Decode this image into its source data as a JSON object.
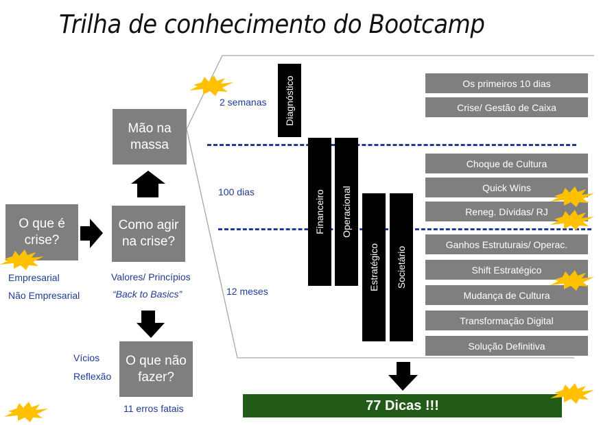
{
  "title": "Trilha de conhecimento do Bootcamp",
  "left_flow": {
    "box_what": "O que é crise?",
    "box_what_lines": [
      "O que é",
      "crise?"
    ],
    "what_notes": [
      "Empresarial",
      "Não Empresarial"
    ],
    "box_how_lines": [
      "Como agir",
      "na crise?"
    ],
    "how_notes": [
      "Valores/ Princípios",
      "“Back to Basics”"
    ],
    "box_hands_lines": [
      "Mão na",
      "massa"
    ],
    "box_dont_lines": [
      "O que não",
      "fazer?"
    ],
    "dont_notes": [
      "Vícios",
      "Reflexão"
    ],
    "dont_footer": "11 erros fatais"
  },
  "timeline": {
    "phases": [
      "2 semanas",
      "100 dias",
      "12 meses"
    ]
  },
  "pillars": [
    "Diagnóstico",
    "Financeiro",
    "Operacional",
    "Estratégico",
    "Societário"
  ],
  "topics": [
    "Os primeiros 10 dias",
    "Crise/ Gestão de Caixa",
    "Choque de Cultura",
    "Quick Wins",
    "Reneg. Dívidas/ RJ",
    "Ganhos Estruturais/ Operac.",
    "Shift Estratégico",
    "Mudança de Cultura",
    "Transformação Digital",
    "Solução Definitiva"
  ],
  "result": "77 Dicas !!!",
  "colors": {
    "box_gray": "#7f7f7f",
    "accent_blue": "#1f3a93",
    "result_green": "#215b17",
    "burst_yellow": "#ffc000"
  }
}
